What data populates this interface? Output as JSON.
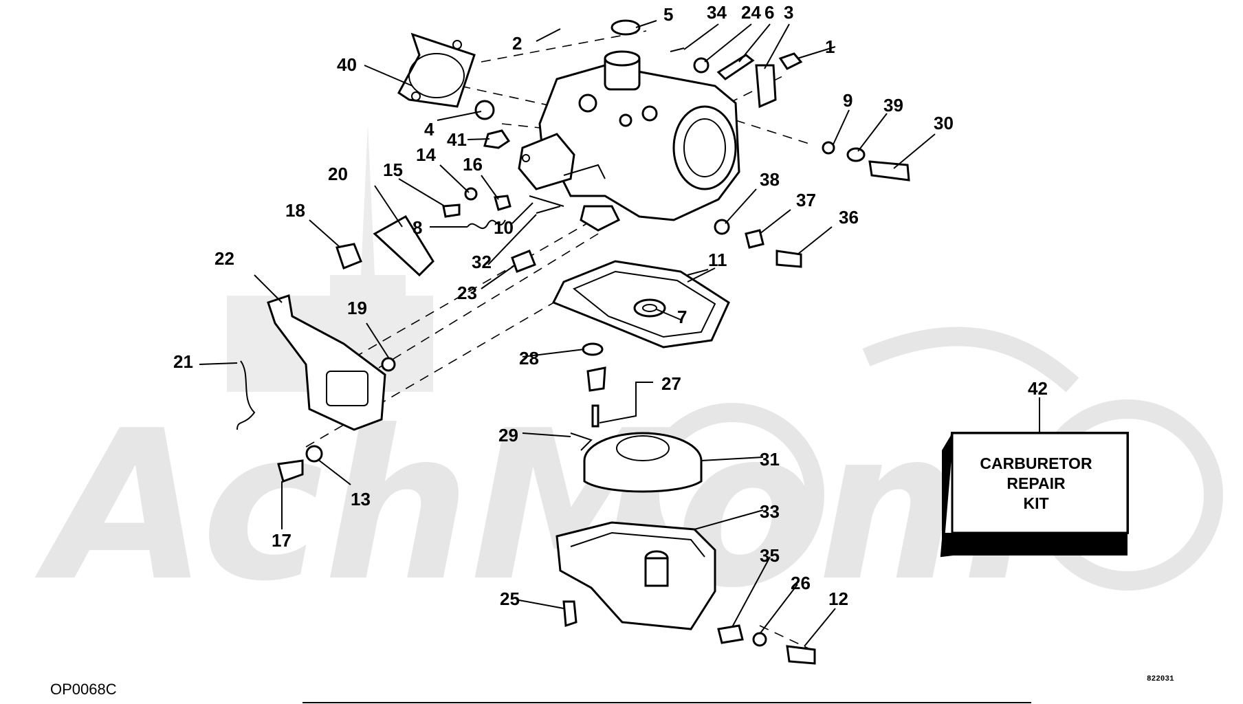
{
  "watermark": {
    "text": "AchMom"
  },
  "diagram_code": "OP0068C",
  "corner_code": "822031",
  "kit_box": {
    "ref": "42",
    "line1": "CARBURETOR",
    "line2": "REPAIR",
    "line3": "KIT"
  },
  "callouts": [
    "1",
    "2",
    "3",
    "4",
    "5",
    "6",
    "7",
    "8",
    "9",
    "10",
    "11",
    "12",
    "13",
    "14",
    "15",
    "16",
    "17",
    "18",
    "19",
    "20",
    "21",
    "22",
    "23",
    "24",
    "25",
    "26",
    "27",
    "28",
    "29",
    "30",
    "31",
    "32",
    "33",
    "34",
    "35",
    "36",
    "37",
    "38",
    "39",
    "40",
    "41"
  ]
}
